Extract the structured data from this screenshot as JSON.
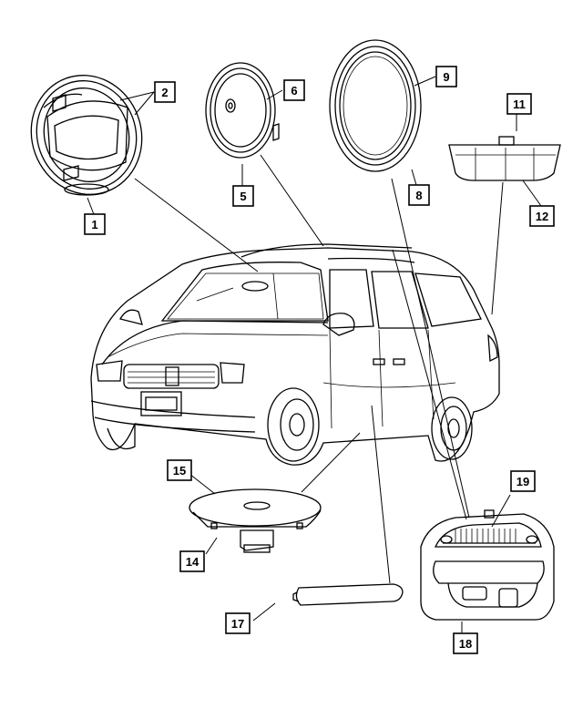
{
  "diagram": {
    "callouts": [
      {
        "id": "c1",
        "label": "1"
      },
      {
        "id": "c2",
        "label": "2"
      },
      {
        "id": "c5",
        "label": "5"
      },
      {
        "id": "c6",
        "label": "6"
      },
      {
        "id": "c8",
        "label": "8"
      },
      {
        "id": "c9",
        "label": "9"
      },
      {
        "id": "c11",
        "label": "11"
      },
      {
        "id": "c12",
        "label": "12"
      },
      {
        "id": "c14",
        "label": "14"
      },
      {
        "id": "c15",
        "label": "15"
      },
      {
        "id": "c17",
        "label": "17"
      },
      {
        "id": "c18",
        "label": "18"
      },
      {
        "id": "c19",
        "label": "19"
      }
    ]
  }
}
